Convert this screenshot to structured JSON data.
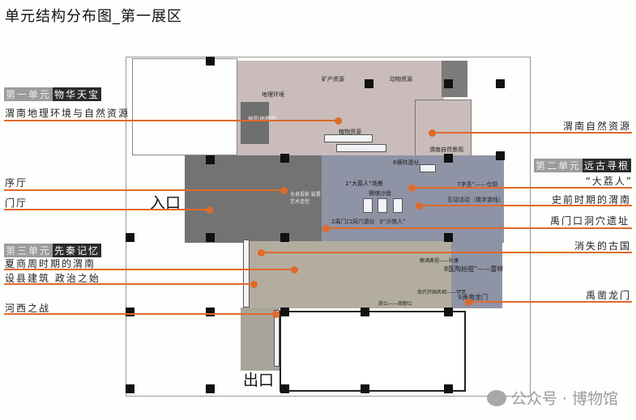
{
  "title": "单元结构分布图_第一展区",
  "units": [
    {
      "prefix": "第一单元",
      "name": "物华天宝"
    },
    {
      "prefix": "第二单元",
      "name": "远古寻根"
    },
    {
      "prefix": "第三单元",
      "name": "先秦记忆"
    }
  ],
  "left_labels": [
    "渭南地理环境与自然资源",
    "序厅",
    "门厅",
    "夏商周时期的渭南",
    "设县建筑 政治之始",
    "河西之战"
  ],
  "right_labels": [
    "渭南自然资源",
    "“大荔人”",
    "史前时期的渭南",
    "禹门口洞穴遗址",
    "消失的古国",
    "禹凿龙门"
  ],
  "plan": {
    "entrance": "入口",
    "exit": "出口",
    "rooms": [
      "矿产资源",
      "动物资源",
      "地理环境",
      "地形地貌图",
      "植物资源",
      "渭南自然景观",
      "6横阵遗址",
      "1“大荔人”场景",
      "微缩沙盘",
      "7字圣”——仓颉",
      "互动活动（猜字游戏）",
      "2禹门口洞穴遗址",
      "3“沙苑人”",
      "全息投影 装置艺术造型",
      "8医陶始祖”——雷祥",
      "9禹凿龙门",
      "酿酒鼻祖——杜康",
      "商代开国名相——伊尹",
      "周公——周朝公"
    ]
  },
  "watermark": "公众号 · 博物馆"
}
